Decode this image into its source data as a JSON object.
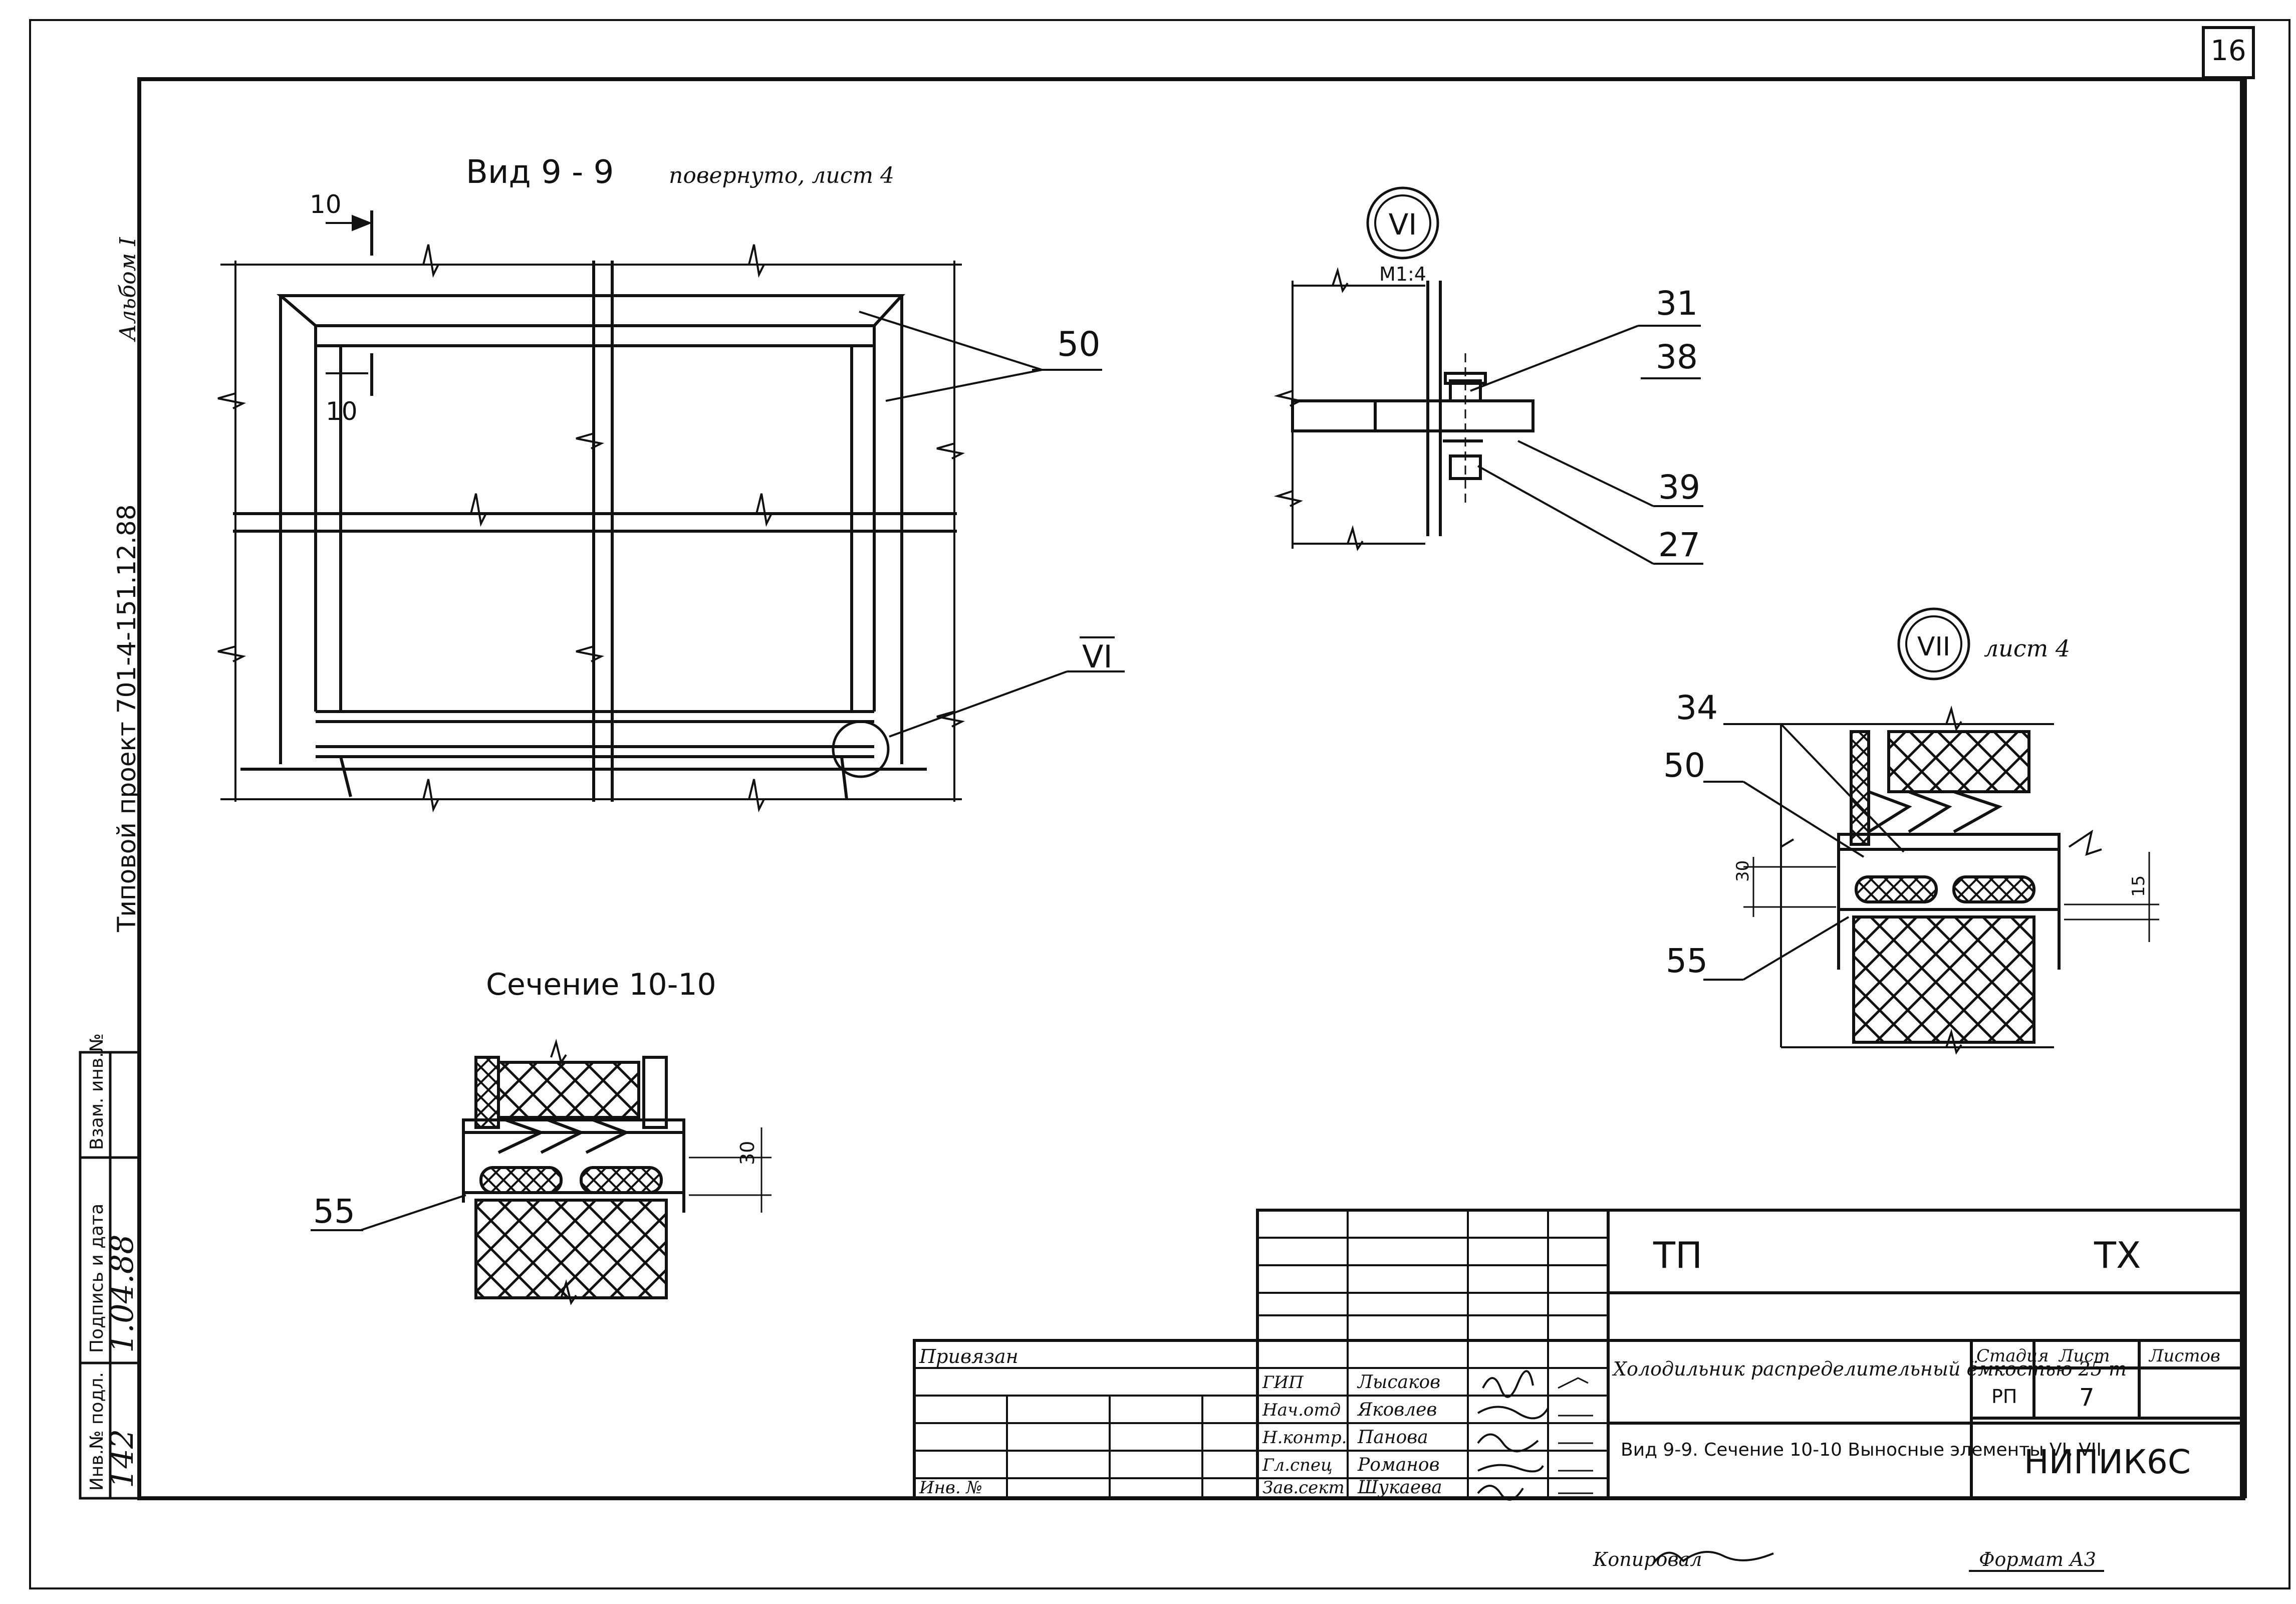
{
  "sheet": {
    "page_number": "16",
    "format_label": "Формат А3",
    "copied_by_label": "Копировал"
  },
  "side_margin": {
    "album": "Альбом I",
    "project": "Типовой проект 701-4-151.12.88",
    "stamp_labels": [
      "Инв.№ подл.",
      "Подпись и дата",
      "Взам. инв.№"
    ],
    "inv_number": "142",
    "sign_date": "1.04.88"
  },
  "view_9_9": {
    "title": "Вид 9 - 9",
    "note": "повернуто, лист 4",
    "section_mark_top": "10",
    "section_mark_bottom": "10",
    "callout_50": "50",
    "detail_ref": "VI"
  },
  "section_10_10": {
    "title": "Сечение 10-10",
    "callout_55": "55",
    "dim_30": "30"
  },
  "detail_VI": {
    "id": "VI",
    "scale": "М1:4",
    "callouts": [
      "31",
      "38",
      "39",
      "27"
    ]
  },
  "detail_VII": {
    "id": "VII",
    "note": "лист 4",
    "callouts": [
      "34",
      "50",
      "55"
    ],
    "dim_30": "30",
    "dim_15": "15"
  },
  "title_block": {
    "code_left": "ТП",
    "code_right": "ТХ",
    "privyazan_label": "Привязан",
    "inv_label": "Инв. №",
    "roles": [
      "ГИП",
      "Нач.отд",
      "Н.контр.",
      "Гл.спец",
      "Зав.сект"
    ],
    "names": [
      "Лысаков",
      "Яковлев",
      "Панова",
      "Романов",
      "Шукаева"
    ],
    "object_title": "Холодильник распределительный ёмкостью 25 т",
    "sheet_title": "Вид 9-9. Сечение 10-10 Выносные элементы VI, VII",
    "headers": [
      "Стадия",
      "Лист",
      "Листов"
    ],
    "stage": "РП",
    "sheet": "7",
    "sheets": "",
    "organization": "НИПИК6С"
  }
}
